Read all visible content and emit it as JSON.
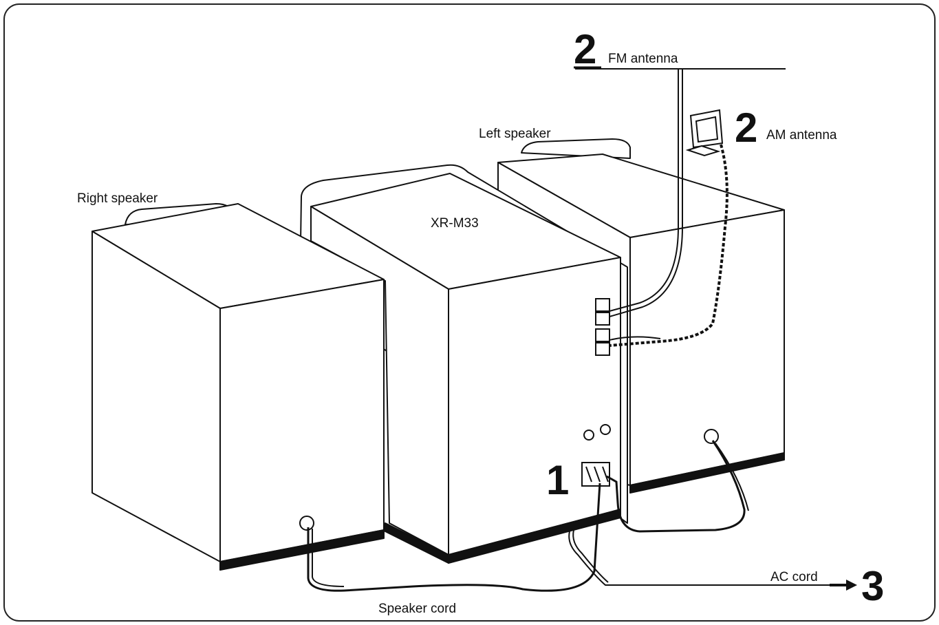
{
  "labels": {
    "fm_antenna": "FM antenna",
    "am_antenna": "AM antenna",
    "left_speaker": "Left speaker",
    "right_speaker": "Right speaker",
    "model": "XR-M33",
    "ac_cord": "AC cord",
    "speaker_cord": "Speaker cord"
  },
  "steps": {
    "fm": "2",
    "am": "2",
    "speaker": "1",
    "ac": "3"
  },
  "colors": {
    "line": "#111111",
    "background": "#ffffff",
    "border": "#222222"
  },
  "icons": [
    "am-loop-antenna-icon",
    "arrow-right-icon"
  ]
}
